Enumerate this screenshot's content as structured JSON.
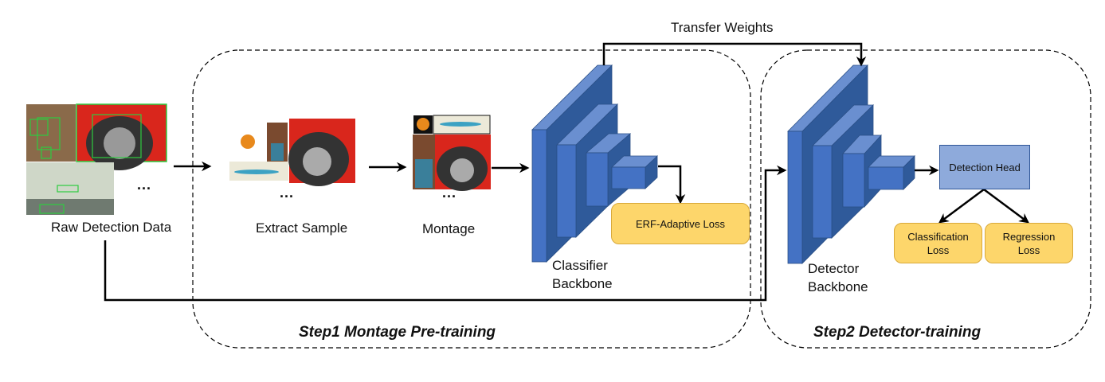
{
  "diagram": {
    "title_arrow_label": "Transfer Weights",
    "inputs": {
      "raw_label": "Raw Detection Data",
      "raw_ellipsis": "...",
      "extract_label": "Extract Sample",
      "extract_ellipsis": "...",
      "montage_label": "Montage",
      "montage_ellipsis": "..."
    },
    "step1": {
      "title": "Step1 Montage Pre-training",
      "backbone_line1": "Classifier",
      "backbone_line2": "Backbone",
      "loss": "ERF-Adaptive Loss"
    },
    "step2": {
      "title": "Step2 Detector-training",
      "backbone_line1": "Detector",
      "backbone_line2": "Backbone",
      "head": "Detection Head",
      "cls_loss_line1": "Classification",
      "cls_loss_line2": "Loss",
      "reg_loss_line1": "Regression",
      "reg_loss_line2": "Loss"
    },
    "colors": {
      "block_front": "#4472C4",
      "block_top": "#6A8FD0",
      "block_side": "#2F5A9A",
      "loss_fill": "#FDD66B",
      "head_fill": "#8EAADB"
    }
  }
}
